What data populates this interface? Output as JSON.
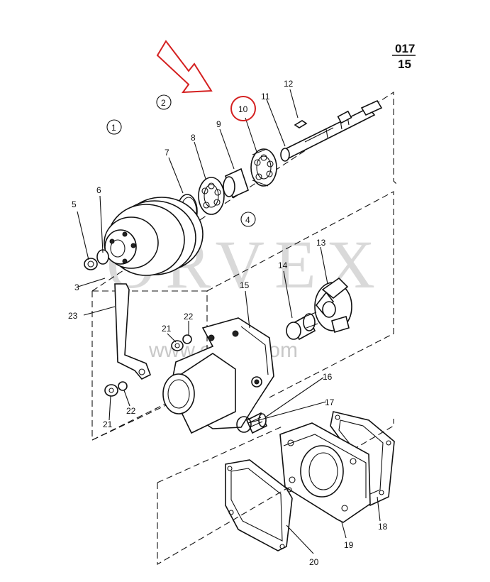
{
  "page_ref": {
    "top": "017",
    "bottom": "15"
  },
  "group_labels": [
    "1",
    "2",
    "4"
  ],
  "part_labels": [
    "3",
    "5",
    "6",
    "7",
    "8",
    "9",
    "10",
    "11",
    "12",
    "13",
    "14",
    "15",
    "16",
    "17",
    "18",
    "19",
    "20",
    "21",
    "21",
    "22",
    "22",
    "23"
  ],
  "highlighted_part": "10",
  "watermark": {
    "brand": "ORVEX",
    "url": "www.orvex.com"
  },
  "colors": {
    "highlight": "#d42020",
    "line": "#111111",
    "watermark": "#d9d9d9"
  }
}
